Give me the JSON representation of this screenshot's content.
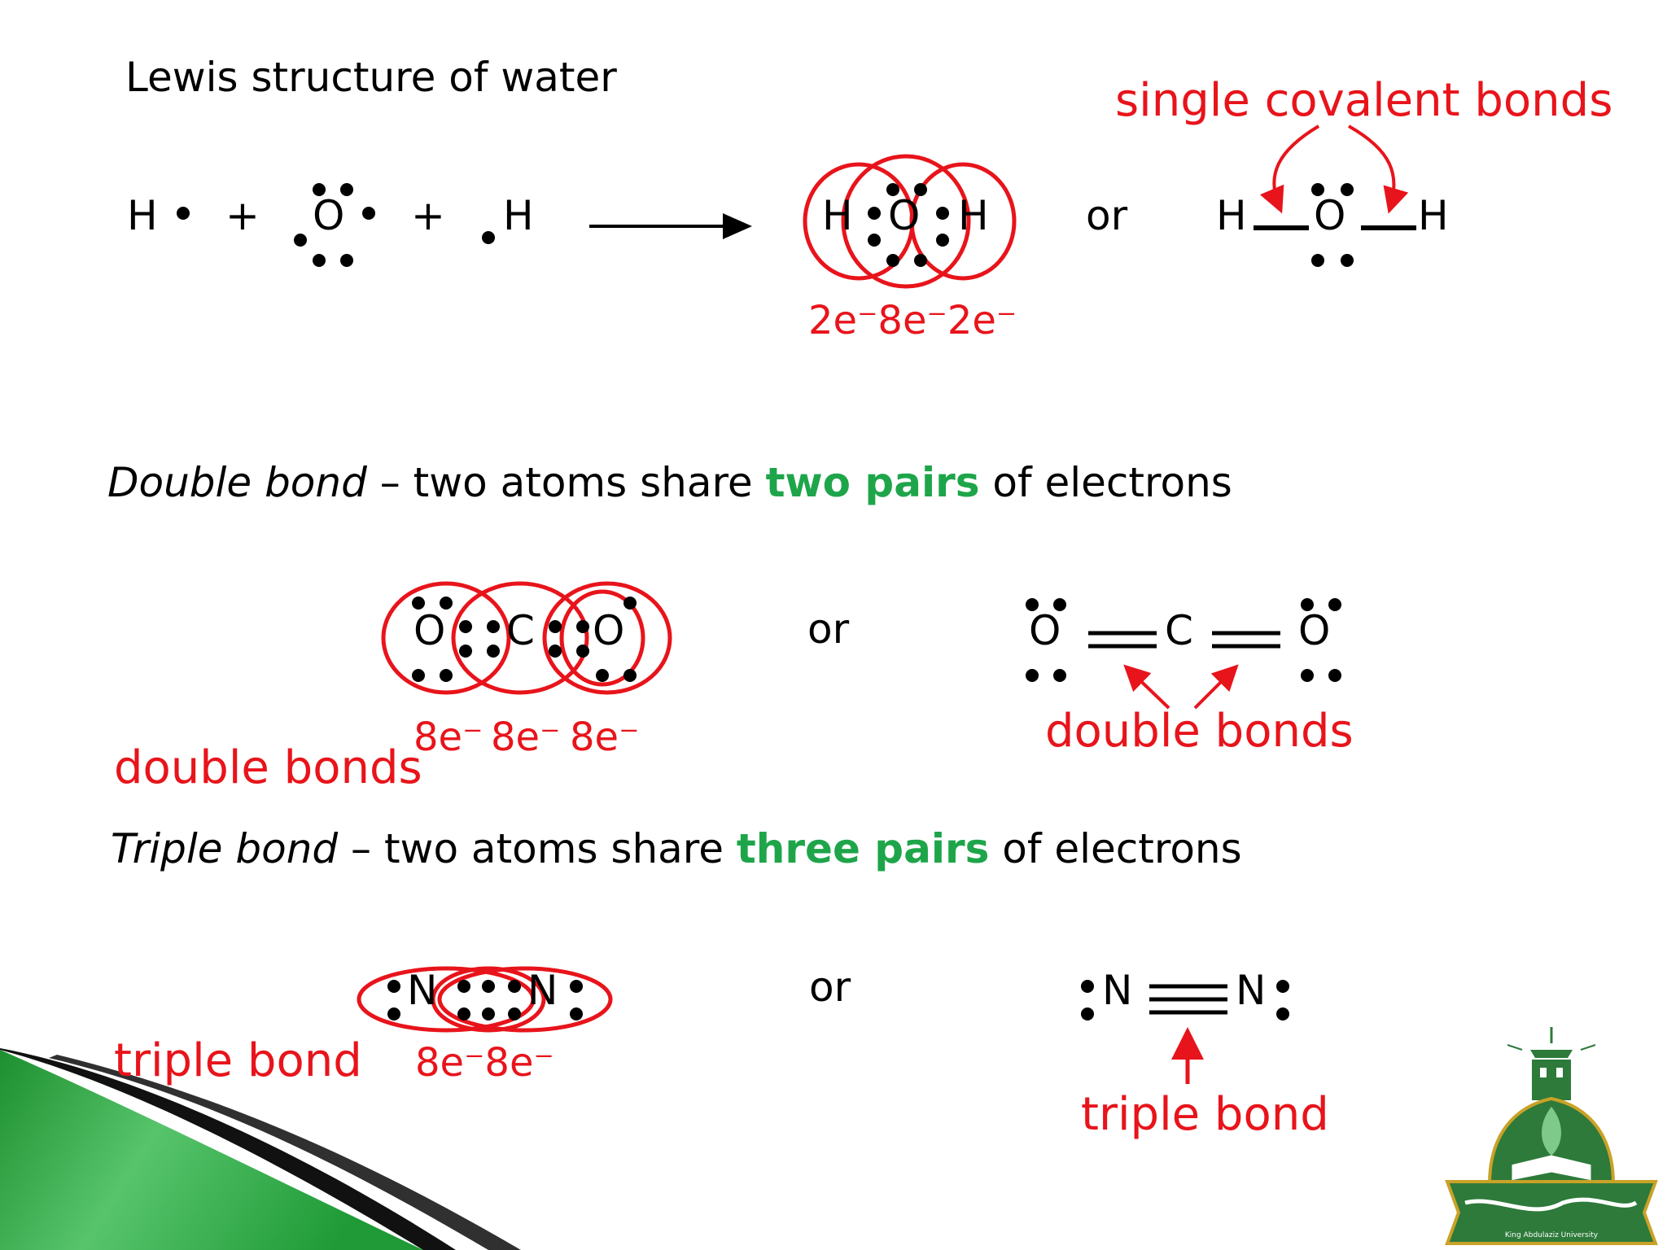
{
  "colors": {
    "red": "#e8141b",
    "green": "#1ea54a",
    "black": "#000000"
  },
  "water": {
    "title": "Lewis structure of water",
    "h_left": "H",
    "plus_1": "+",
    "o": "O",
    "plus_2": "+",
    "h_right": "H",
    "product_h1": "H",
    "product_o": "O",
    "product_h2": "H",
    "electron_counts": "2e⁻8e⁻2e⁻",
    "or": "or",
    "line_h1": "H",
    "line_o": "O",
    "line_h2": "H",
    "single_bonds_label": "single covalent bonds"
  },
  "double": {
    "term": "Double bond",
    "dash": " – two atoms share ",
    "highlight": "two pairs",
    "rest": " of electrons",
    "o1": "O",
    "c": "C",
    "o2": "O",
    "counts": [
      "8e⁻",
      "8e⁻",
      "8e⁻"
    ],
    "left_label": "double bonds",
    "or": "or",
    "line_o1": "O",
    "line_c": "C",
    "line_o2": "O",
    "right_label": "double bonds"
  },
  "triple": {
    "term": "Triple bond",
    "dash": " – two atoms share ",
    "highlight": "three pairs",
    "rest": " of electrons",
    "n1": "N",
    "n2": "N",
    "counts": "8e⁻8e⁻",
    "left_label": "triple bond",
    "or": "or",
    "line_n1": "N",
    "line_n2": "N",
    "right_label": "triple bond"
  },
  "logo": {
    "name": "King Abdulaziz University"
  }
}
